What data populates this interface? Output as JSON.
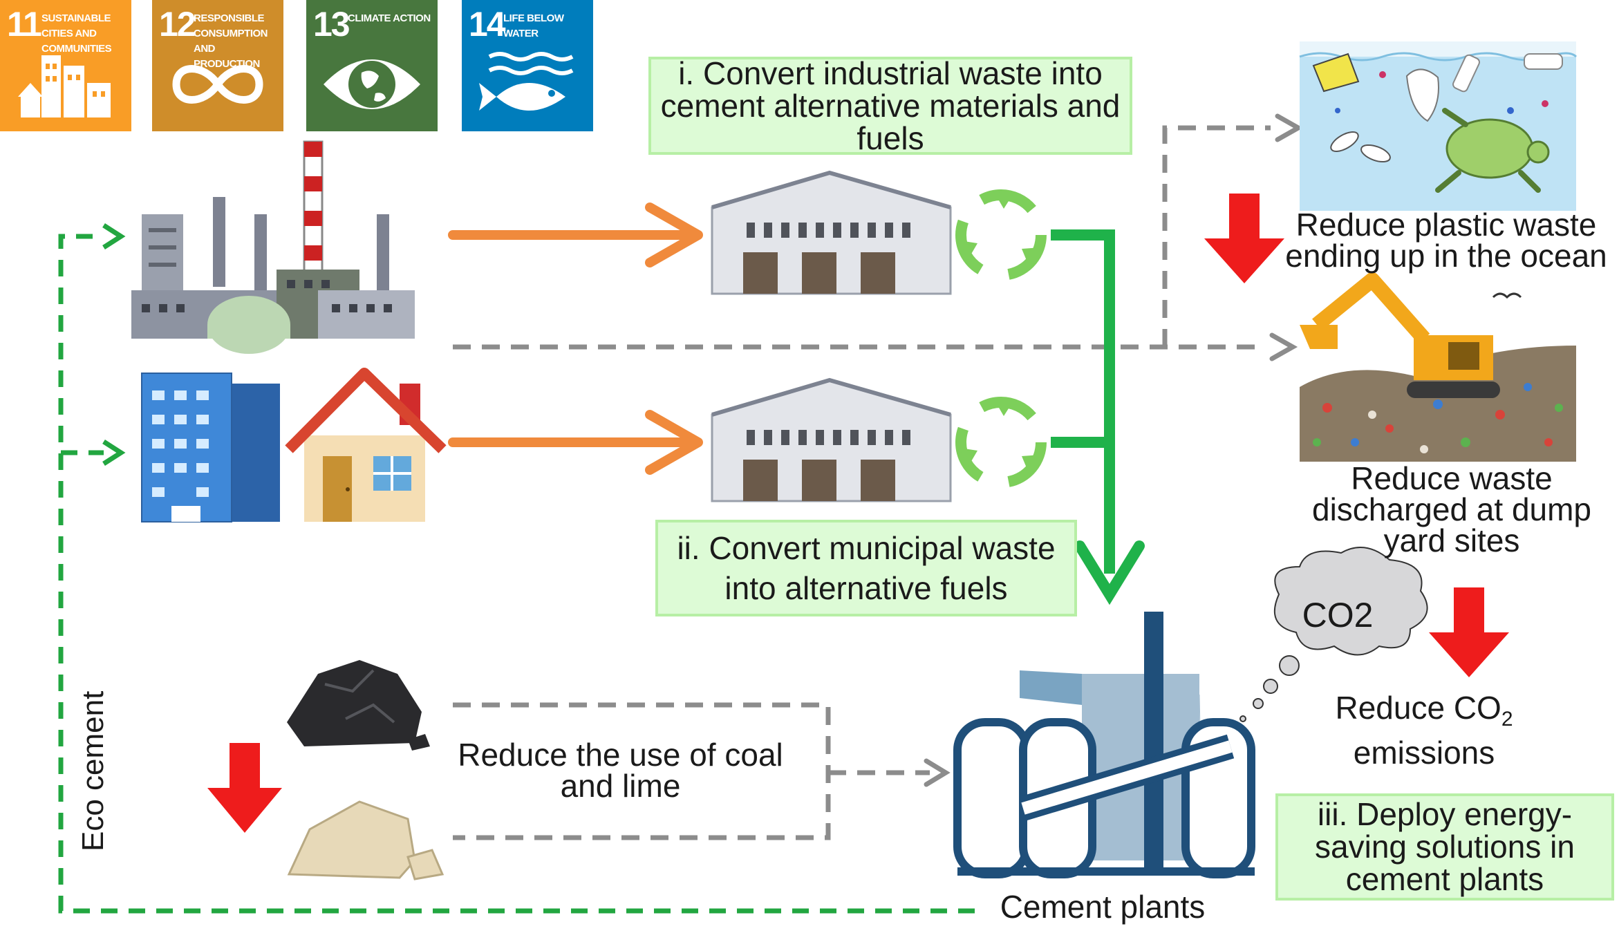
{
  "colors": {
    "sdg11": "#f99d26",
    "sdg12": "#cf8d2a",
    "sdg13": "#48773e",
    "sdg14": "#007dbc",
    "box_fill": "#ddfbd6",
    "box_border": "#b7efa5",
    "orange_arrow": "#f08a3c",
    "green_arrow": "#1fb24a",
    "green_dash": "#22a640",
    "gray_dash": "#8c8c8c",
    "red_arrow": "#ee1c1c"
  },
  "sdgs": [
    {
      "number": "11",
      "label": "Sustainable cities and communities",
      "icon": "city-icon"
    },
    {
      "number": "12",
      "label": "Responsible consumption and production",
      "icon": "infinity-icon"
    },
    {
      "number": "13",
      "label": "Climate action",
      "icon": "eye-globe-icon"
    },
    {
      "number": "14",
      "label": "Life below water",
      "icon": "fish-icon"
    }
  ],
  "boxes": {
    "industrial": "i. Convert industrial waste into cement alternative materials and fuels",
    "municipal": "ii. Convert municipal waste into alternative fuels",
    "energy": "iii. Deploy energy-saving solutions in cement plants"
  },
  "outcomes": {
    "plastic": "Reduce plastic waste ending up in the ocean",
    "dump": "Reduce waste discharged at dump yard sites",
    "co2_prefix": "Reduce CO",
    "co2_sub": "2",
    "co2_suffix": "emissions",
    "coal": "Reduce the use of coal and lime"
  },
  "labels": {
    "co2_cloud": "CO2",
    "cement_plants": "Cement plants",
    "eco_cement": "Eco cement"
  }
}
